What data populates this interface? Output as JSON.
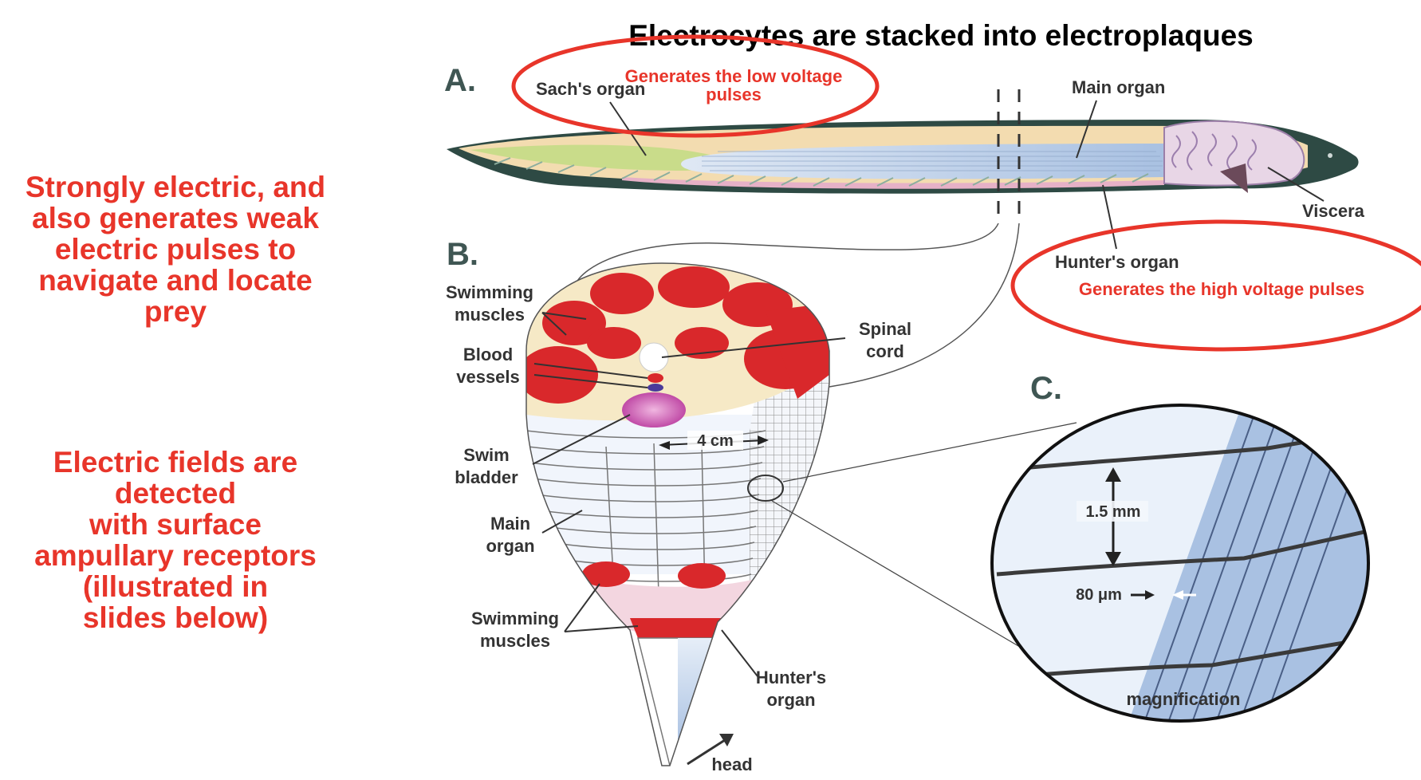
{
  "title": "Electrocytes are stacked into electroplaques",
  "side_notes": {
    "note1_lines": [
      "Strongly electric, and",
      "also generates weak",
      "electric pulses to",
      "navigate and locate",
      "prey"
    ],
    "note2_lines": [
      "Electric fields are",
      "detected",
      "with surface",
      "ampullary receptors",
      "(illustrated in",
      "slides below)"
    ]
  },
  "panel_a": {
    "letter": "A.",
    "sachs_organ": "Sach's organ",
    "main_organ": "Main organ",
    "hunters_organ": "Hunter's organ",
    "viscera": "Viscera",
    "callout_low_line1": "Generates the low voltage",
    "callout_low_line2": "pulses",
    "callout_high": "Generates the high voltage pulses"
  },
  "panel_b": {
    "letter": "B.",
    "swimming_muscles_top_1": "Swimming",
    "swimming_muscles_top_2": "muscles",
    "blood_vessels_1": "Blood",
    "blood_vessels_2": "vessels",
    "spinal_cord_1": "Spinal",
    "spinal_cord_2": "cord",
    "swim_bladder_1": "Swim",
    "swim_bladder_2": "bladder",
    "main_organ_1": "Main",
    "main_organ_2": "organ",
    "swimming_muscles_bottom_1": "Swimming",
    "swimming_muscles_bottom_2": "muscles",
    "hunters_organ_1": "Hunter's",
    "hunters_organ_2": "organ",
    "scale": "4 cm",
    "head": "head"
  },
  "panel_c": {
    "letter": "C.",
    "spacing": "1.5 mm",
    "thickness": "80 μm",
    "caption": "magnification"
  },
  "colors": {
    "annotation_red": "#e8352a",
    "muscle_red": "#d9282b",
    "fish_dark": "#2e4a44",
    "organ_blue": "#b8cde6",
    "sachs_green": "#c9dc8a",
    "tan": "#f3dcb0"
  }
}
